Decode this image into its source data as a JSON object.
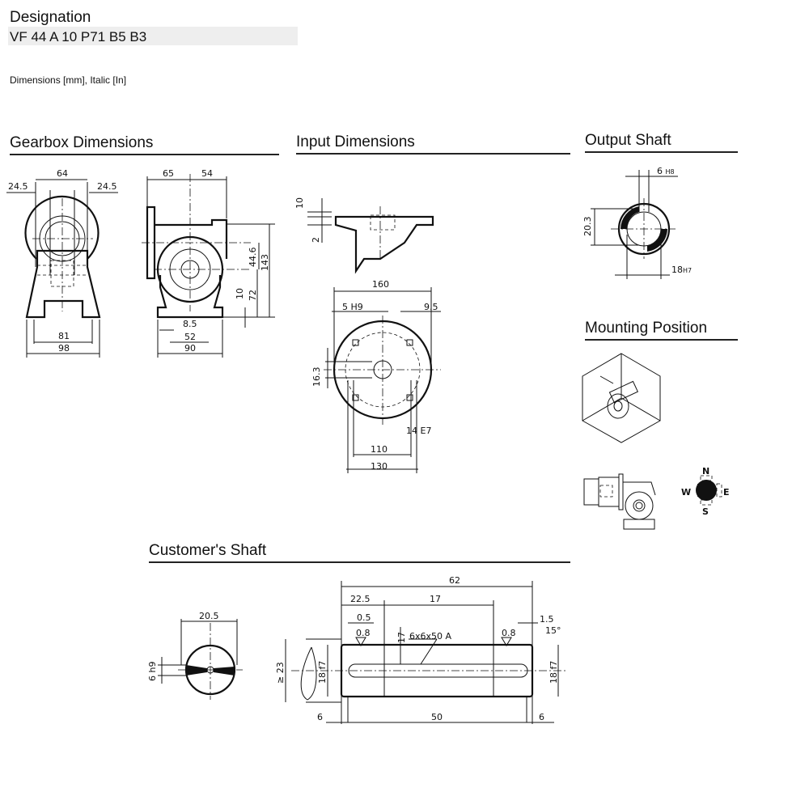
{
  "header": {
    "title": "Designation",
    "designation": "VF 44 A 10 P71 B5 B3",
    "units_note": "Dimensions [mm], Italic [In]"
  },
  "sections": {
    "gearbox": "Gearbox Dimensions",
    "input": "Input Dimensions",
    "output": "Output Shaft",
    "mounting": "Mounting Position",
    "customer": "Customer's Shaft"
  },
  "gearbox_dims": {
    "front_width_top": "64",
    "left_offset": "24.5",
    "right_offset": "24.5",
    "foot_holes": "81",
    "base_width": "98",
    "side_left": "65",
    "side_right": "54",
    "axis_offset": "44.6",
    "total_height": "143",
    "axis_height": "72",
    "foot_thickness": "10",
    "hole_dia": "8.5",
    "hole_spacing": "52",
    "side_base": "90"
  },
  "input_dims": {
    "flange_thk": "10",
    "spigot": "2",
    "flange_dia": "160",
    "key_width": "5 H9",
    "offset": "9.5",
    "key_height": "16.3",
    "bore": "14 E7",
    "spigot_dia": "110",
    "pcd": "130"
  },
  "output_dims": {
    "key_width": "6",
    "key_tol": "H8",
    "key_height": "20.3",
    "bore": "18",
    "bore_tol": "H7"
  },
  "compass": {
    "n": "N",
    "s": "S",
    "e": "E",
    "w": "W"
  },
  "customer_dims": {
    "end_width": "20.5",
    "key": "6 h9",
    "total_length": "62",
    "shoulder": "22.5",
    "key_len": "17",
    "chamfer": "0.5",
    "chamfer2": "1.5",
    "angle": "15°",
    "roughness1": "0.8",
    "roughness2": "0.8",
    "key_spec": "6x6x50 A",
    "key_depth": "17",
    "min_dia": "≥ 23",
    "dia_left": "18 f7",
    "dia_right": "18 f7",
    "left_gap": "6",
    "mid_length": "50",
    "right_gap": "6"
  }
}
